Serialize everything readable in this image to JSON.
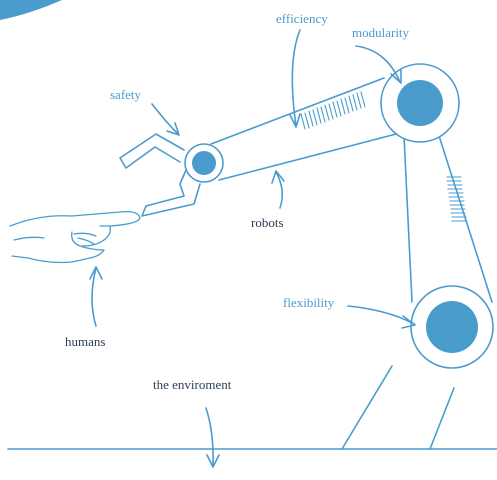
{
  "labels": {
    "efficiency": "efficiency",
    "modularity": "modularity",
    "safety": "safety",
    "robots": "robots",
    "flexibility": "flexibility",
    "humans": "humans",
    "environment": "the enviroment"
  },
  "colors": {
    "accent": "#4a9ccd",
    "text_dark": "#2c3e57",
    "background": "#ffffff"
  }
}
